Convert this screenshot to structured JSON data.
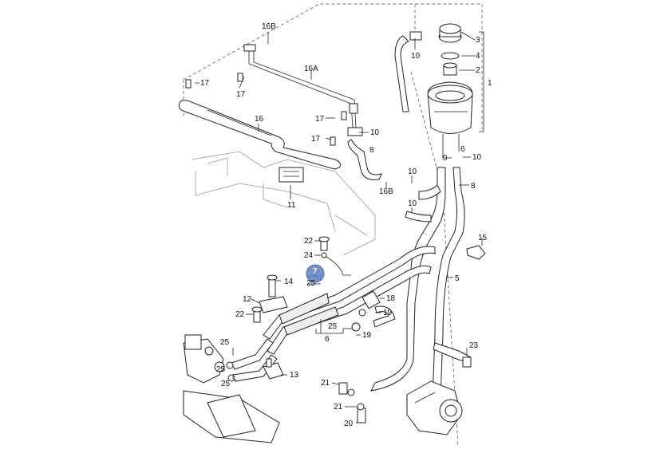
{
  "callouts": {
    "c16B_top": "16B",
    "c10_top": "10",
    "c3": "3",
    "c4": "4",
    "c2": "2",
    "c1": "1",
    "c17_a": "17",
    "c17_b": "17",
    "c16A": "16A",
    "c16": "16",
    "c17_c": "17",
    "c10_mid": "10",
    "c17_d": "17",
    "c8_top": "8",
    "c9": "9",
    "c6_small": "6",
    "c10_right": "10",
    "c10_mid2": "10",
    "c16B_mid": "16B",
    "c8_right": "8",
    "c11": "11",
    "c10_low": "10",
    "c15": "15",
    "c22_top": "22",
    "c24": "24",
    "c7": "7",
    "c25_top": "25",
    "c5": "5",
    "c14": "14",
    "c12": "12",
    "c22_low": "22",
    "c18": "18",
    "c19_a": "19",
    "c19_b": "19",
    "c25_mid": "25",
    "c6": "6",
    "c25_left": "25",
    "c25_left2": "25",
    "c13": "13",
    "c23": "23",
    "c21_a": "21",
    "c21_b": "21",
    "c20": "20",
    "c25_bottom": "25"
  },
  "highlight": {
    "label": "7",
    "color": "#5b7fc4"
  }
}
